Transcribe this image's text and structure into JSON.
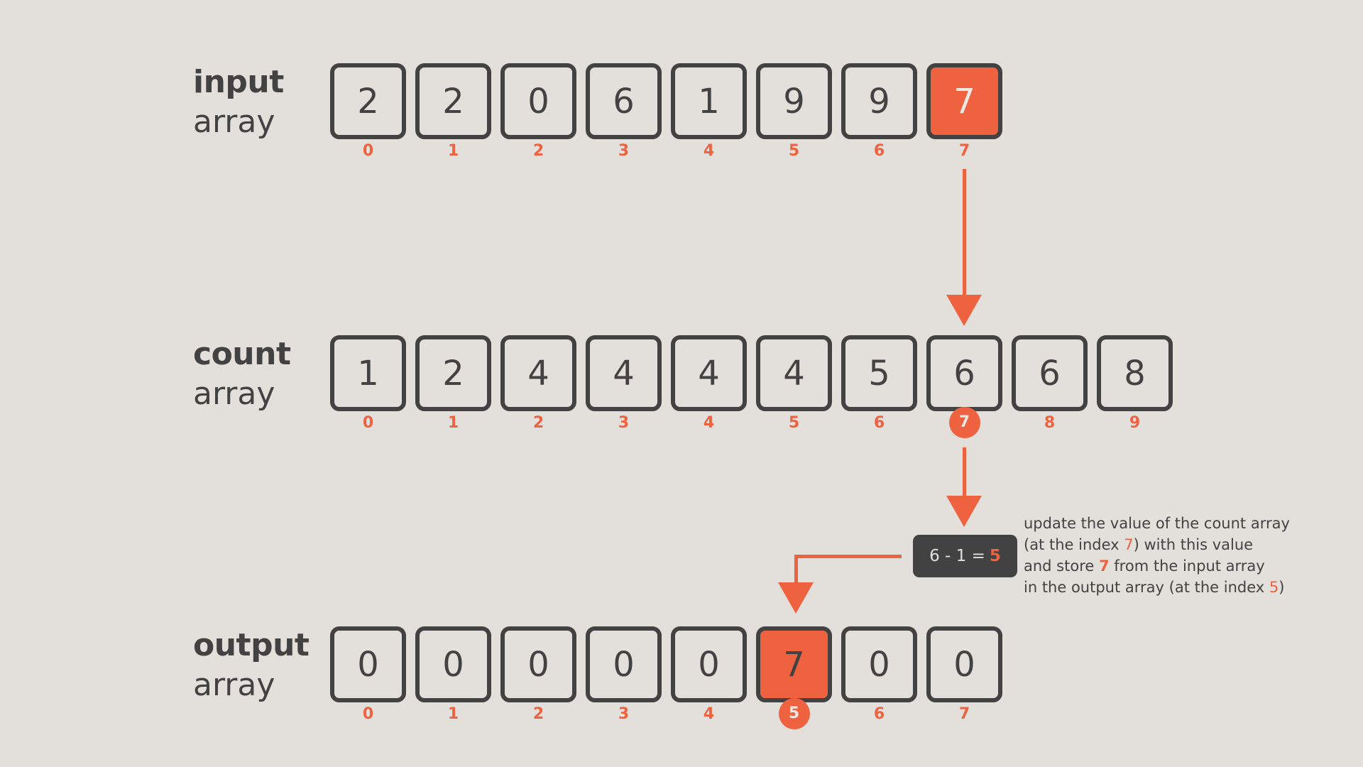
{
  "colors": {
    "background": "#e3e0dc",
    "accent": "#ef6240",
    "dark": "#424242"
  },
  "rows": {
    "input": {
      "title": "input",
      "subtitle": "array",
      "values": [
        "2",
        "2",
        "0",
        "6",
        "1",
        "9",
        "9",
        "7"
      ],
      "highlight_cell": 7
    },
    "count": {
      "title": "count",
      "subtitle": "array",
      "values": [
        "1",
        "2",
        "4",
        "4",
        "4",
        "4",
        "5",
        "6",
        "6",
        "8"
      ],
      "highlight_index": 7
    },
    "output": {
      "title": "output",
      "subtitle": "array",
      "values": [
        "0",
        "0",
        "0",
        "0",
        "0",
        "7",
        "0",
        "0"
      ],
      "highlight_cell": 5,
      "highlight_index": 5
    }
  },
  "indices": [
    "0",
    "1",
    "2",
    "3",
    "4",
    "5",
    "6",
    "7",
    "8",
    "9"
  ],
  "formula": {
    "expr": "6 - 1 =",
    "result": "5"
  },
  "note": {
    "line1": "update the value of the count array",
    "line2_a": "(at the index ",
    "line2_b": "7",
    "line2_c": ") with this value",
    "line3_a": "and store ",
    "line3_b": "7",
    "line3_c": " from the input array",
    "line4_a": "in the output array (at the index ",
    "line4_b": "5",
    "line4_c": ")"
  }
}
